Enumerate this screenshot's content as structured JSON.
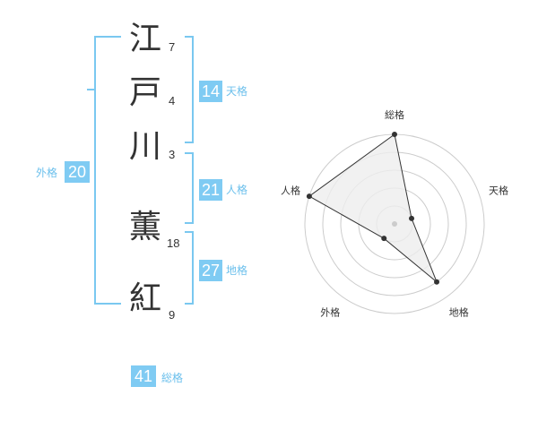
{
  "name": {
    "chars": [
      {
        "char": "江",
        "strokes": "7"
      },
      {
        "char": "戸",
        "strokes": "4"
      },
      {
        "char": "川",
        "strokes": "3"
      },
      {
        "char": "薫",
        "strokes": "18"
      },
      {
        "char": "紅",
        "strokes": "9"
      }
    ]
  },
  "kakusu": {
    "tenkaku": {
      "value": "14",
      "label": "天格"
    },
    "jinkaku": {
      "value": "21",
      "label": "人格"
    },
    "chikaku": {
      "value": "27",
      "label": "地格"
    },
    "gaikaku": {
      "value": "20",
      "label": "外格"
    },
    "soukaku": {
      "value": "41",
      "label": "総格"
    }
  },
  "chart_data": {
    "type": "radar",
    "axes": [
      "総格",
      "天格",
      "地格",
      "外格",
      "人格"
    ],
    "values": [
      5,
      1,
      4,
      1,
      5
    ],
    "max": 5,
    "colors": {
      "fill": "#eeeeee",
      "line": "#333333",
      "grid": "#cccccc",
      "dot": "#333333",
      "center": "#cccccc"
    }
  }
}
